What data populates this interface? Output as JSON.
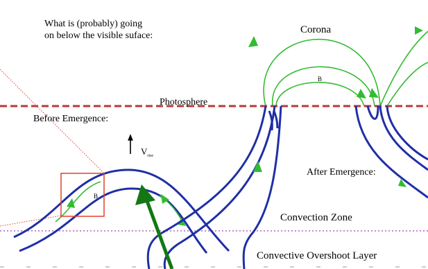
{
  "texts": {
    "intro_line1": "What is (probably) going",
    "intro_line2": "on below the visible suface:",
    "corona": "Corona",
    "b_top": "B",
    "photosphere": "Photosphere",
    "before_emergence": "Before Emergence:",
    "v_main": "V",
    "v_sub": "rise",
    "after_emergence": "After Emergence:",
    "b_left": "B",
    "convection_zone": "Convection Zone",
    "overshoot_layer": "Convective Overshoot Layer"
  },
  "colors": {
    "background": "#ffffff",
    "flux_tube": "#1f2fa6",
    "field_arrow": "#33bb33",
    "photosphere_line": "#b8383a",
    "overshoot_line": "#b060c0",
    "highlight_box": "#e0402a",
    "pointer_arrow": "#137813",
    "text": "#000000"
  }
}
